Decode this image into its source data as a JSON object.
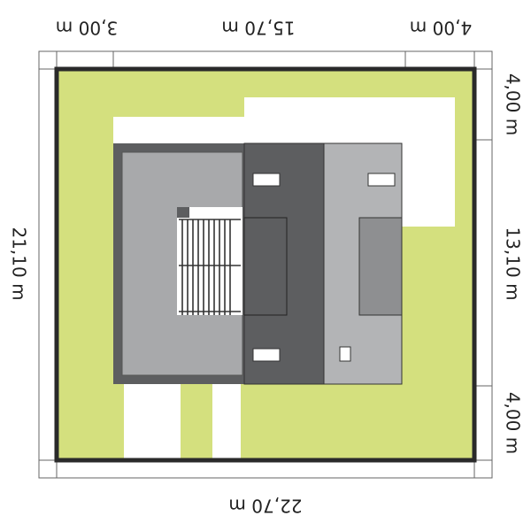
{
  "dimensions": {
    "top_left": "3,00 m",
    "top_middle": "15,70 m",
    "top_right": "4,00 m",
    "right_top": "4,00 m",
    "right_middle": "13,10 m",
    "right_bottom": "4,00 m",
    "left": "21,10 m",
    "bottom": "22,70 m"
  },
  "colors": {
    "lot": "#d4e07e",
    "boundary": "#2a2a2a",
    "paving": "#ffffff",
    "roof_light": "#a8a9ab",
    "roof_dark": "#5d5e60",
    "roof_mid": "#8e8f91",
    "roof_right": "#b3b4b6",
    "outline": "#333333"
  }
}
